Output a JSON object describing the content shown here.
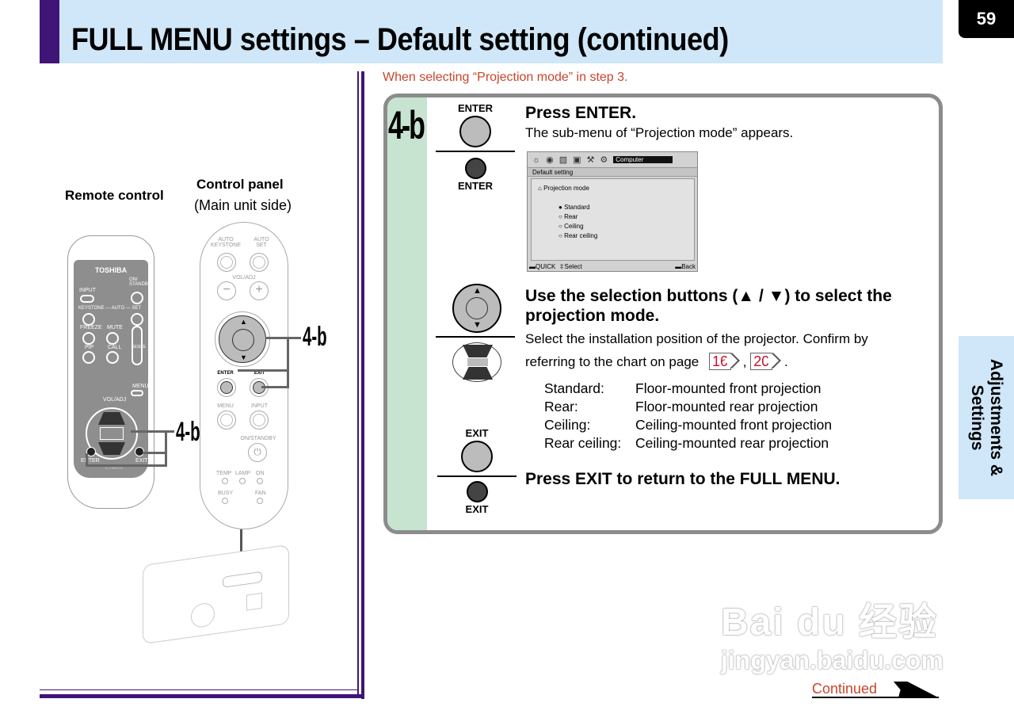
{
  "header": {
    "title": "FULL MENU settings – Default setting (continued)",
    "page_number": "59",
    "side_tab": "Adjustments & Settings",
    "side_tab_line1": "Adjustments &",
    "side_tab_line2": "Settings"
  },
  "colors": {
    "header_bg": "#cfe7f8",
    "accent_purple": "#3f1677",
    "note_red": "#c8452b",
    "step_strip": "#c6e4d0",
    "pageref_red": "#c8102e"
  },
  "left_panel": {
    "remote_label": "Remote control",
    "panel_label": "Control panel",
    "panel_sublabel": "(Main unit side)",
    "callout": "4-b",
    "remote": {
      "brand": "TOSHIBA",
      "buttons": [
        "INPUT",
        "ON/ STANDBY",
        "KEYSTONE",
        "AUTO",
        "SET",
        "FREEZE",
        "MUTE",
        "PIP",
        "CALL",
        "RESIZE",
        "MENU",
        "VOL/ADJ",
        "ENTER",
        "EXIT"
      ],
      "model": "CT-90172"
    },
    "control_panel": {
      "buttons": [
        "AUTO KEYSTONE",
        "AUTO SET",
        "VOL/ADJ",
        "ENTER",
        "EXIT",
        "MENU",
        "INPUT",
        "ON/STANDBY"
      ],
      "indicators": [
        "TEMP",
        "LAMP",
        "ON",
        "BUSY",
        "FAN"
      ]
    }
  },
  "main": {
    "intro_note": "When selecting “Projection mode” in step 3.",
    "step_number": "4-b",
    "step1": {
      "button_top_label": "ENTER",
      "button_bottom_label": "ENTER",
      "heading": "Press ENTER.",
      "text": "The sub-menu of “Projection mode” appears."
    },
    "osd": {
      "source": "Computer",
      "section": "Default setting",
      "item": "Projection mode",
      "options": [
        {
          "label": "Standard",
          "selected": true
        },
        {
          "label": "Rear",
          "selected": false
        },
        {
          "label": "Ceiling",
          "selected": false
        },
        {
          "label": "Rear ceiling",
          "selected": false
        }
      ],
      "footer_quick": "QUICK",
      "footer_select": "Select",
      "footer_back": "Back"
    },
    "step2": {
      "heading": "Use the selection buttons (▲ / ▼) to select the projection mode.",
      "text": "Select the installation position of the projector. Confirm by referring to the chart on page",
      "page_refs": [
        "16",
        "20"
      ],
      "comma": ",",
      "period": ".",
      "descriptions": [
        {
          "term": "Standard:",
          "desc": "Floor-mounted front projection"
        },
        {
          "term": "Rear:",
          "desc": "Floor-mounted rear projection"
        },
        {
          "term": "Ceiling:",
          "desc": "Ceiling-mounted front projection"
        },
        {
          "term": "Rear ceiling:",
          "desc": "Ceiling-mounted rear projection"
        }
      ]
    },
    "step3": {
      "button_top_label": "EXIT",
      "button_bottom_label": "EXIT",
      "heading": "Press EXIT to return to the FULL MENU."
    }
  },
  "footer": {
    "continued": "Continued"
  },
  "watermark": {
    "logo_text": "Bai du 经验",
    "url": "jingyan.baidu.com"
  }
}
